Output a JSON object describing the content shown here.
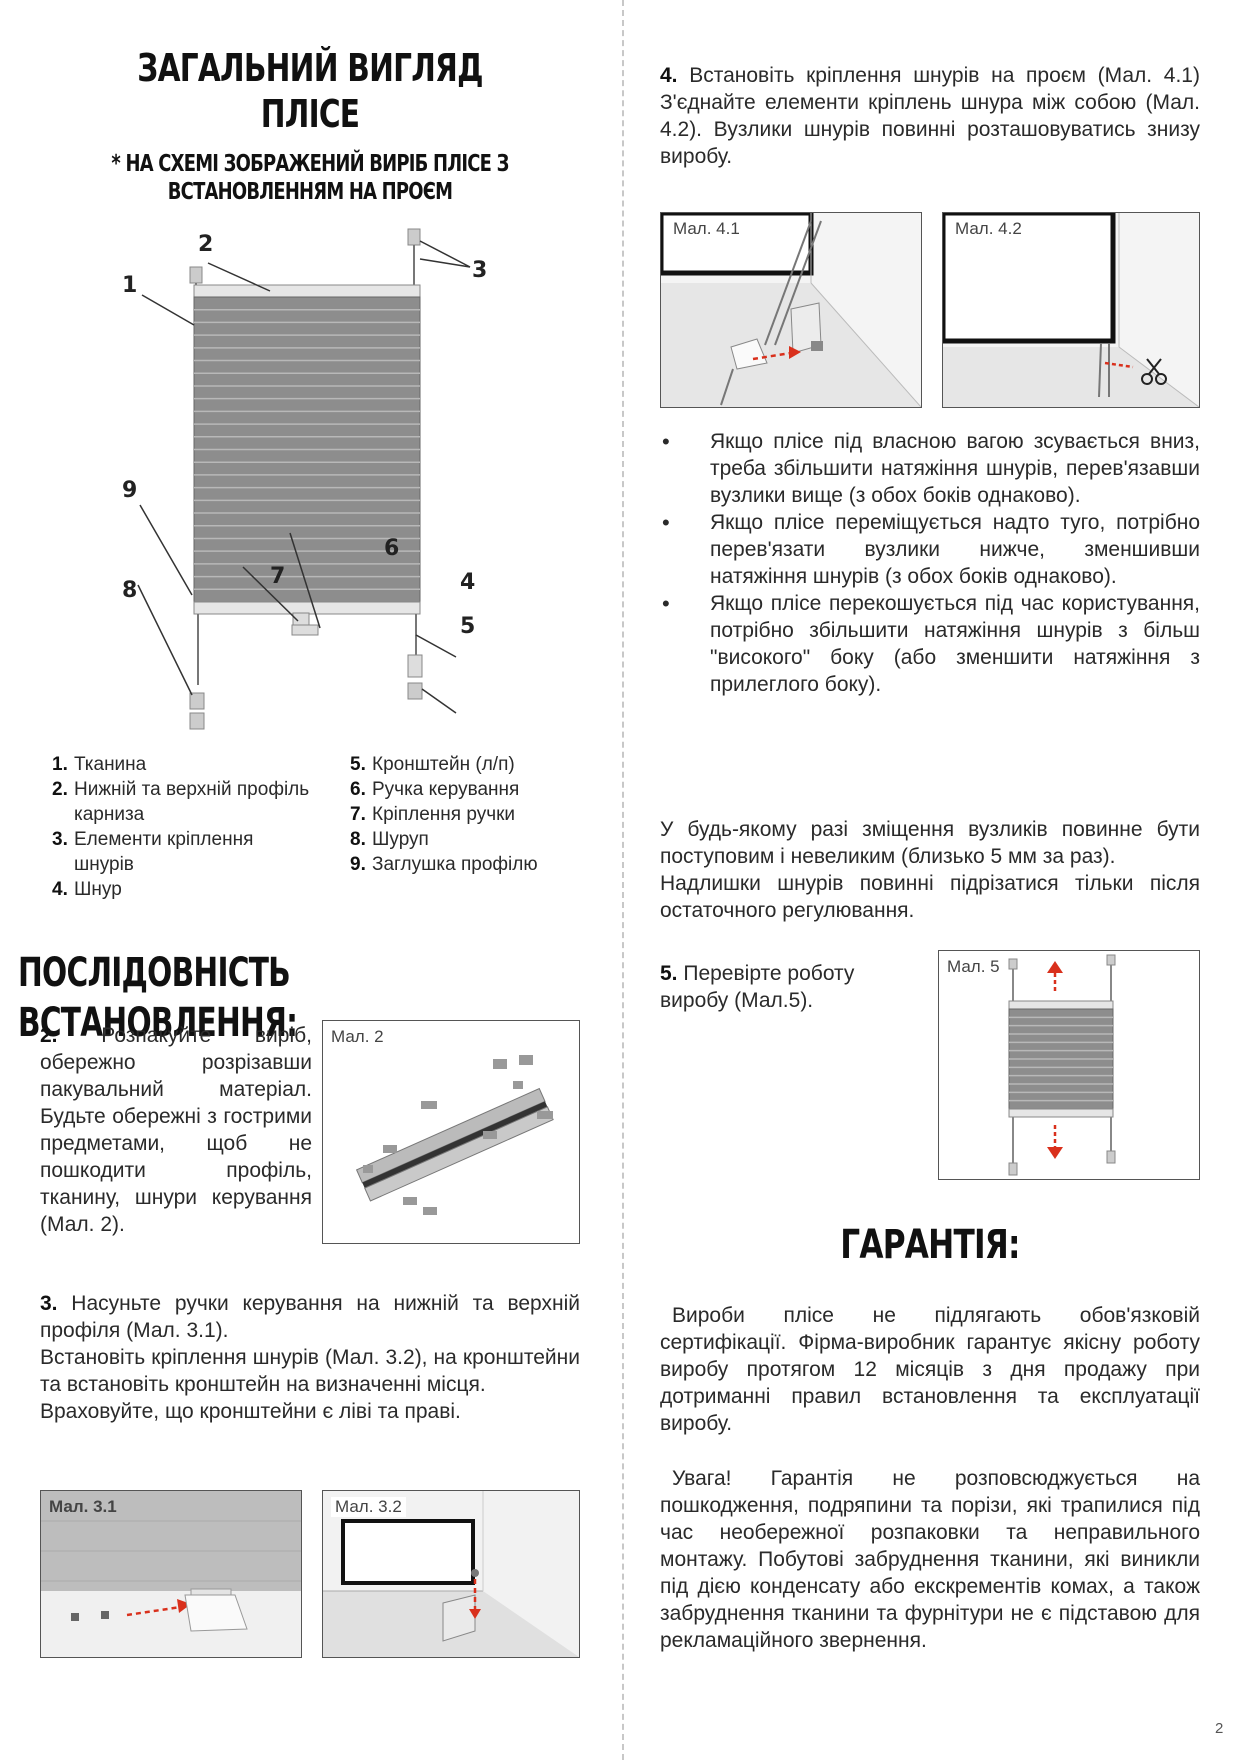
{
  "headings": {
    "main": "ЗАГАЛЬНИЙ ВИГЛЯД ПЛІСЕ",
    "sub": "* НА СХЕМІ ЗОБРАЖЕНИЙ ВИРІБ ПЛІСЕ З ВСТАНОВЛЕННЯМ НА ПРОЄМ",
    "sequence": "ПОСЛІДОВНІСТЬ ВСТАНОВЛЕННЯ:",
    "warranty": "ГАРАНТІЯ:"
  },
  "diagram_numbers": [
    "1",
    "2",
    "3",
    "4",
    "5",
    "6",
    "7",
    "8",
    "9"
  ],
  "legend": {
    "left": [
      {
        "num": "1.",
        "text": "Тканина"
      },
      {
        "num": "2.",
        "text": "Нижній та верхній профіль карниза"
      },
      {
        "num": "3.",
        "text": "Елементи кріплення шнурів"
      },
      {
        "num": "4.",
        "text": "Шнур"
      }
    ],
    "right": [
      {
        "num": "5.",
        "text": "Кронштейн (л/п)"
      },
      {
        "num": "6.",
        "text": "Ручка керування"
      },
      {
        "num": "7.",
        "text": "Кріплення ручки"
      },
      {
        "num": "8.",
        "text": "Шуруп"
      },
      {
        "num": "9.",
        "text": "Заглушка профілю"
      }
    ]
  },
  "steps": {
    "s2": {
      "num": "2.",
      "text": "Розпакуйте виріб, обережно розрізавши пакувальний матеріал. Будьте обережні з гострими предметами, щоб не пошкодити профіль, тканину, шнури керування (Мал. 2)."
    },
    "s3": {
      "num": "3.",
      "line1": "Насуньте ручки керування на нижній та верхній профіля (Мал. 3.1).",
      "line2": "Встановіть кріплення шнурів (Мал. 3.2), на кронштейни та встановіть кронштейн на визначенні місця.",
      "line3": "Враховуйте, що кронштейни є ліві та праві."
    },
    "s4": {
      "num": "4.",
      "text": "Встановіть кріплення шнурів на проєм (Мал. 4.1) З'єднайте елементи кріплень шнура між собою (Мал. 4.2). Вузлики шнурів повинні розташовуватись знизу виробу."
    },
    "s5": {
      "num": "5.",
      "text": "Перевірте роботу виробу (Мал.5)."
    }
  },
  "figures": {
    "f2": "Мал. 2",
    "f31": "Мал. 3.1",
    "f32": "Мал. 3.2",
    "f41": "Мал. 4.1",
    "f42": "Мал. 4.2",
    "f5": "Мал. 5"
  },
  "bullets": [
    "Якщо плісе під власною вагою зсувається вниз, треба збільшити натяжіння шнурів, перев'язавши вузлики вище (з обох боків однаково).",
    "Якщо плісе переміщується надто туго, потрібно перев'язати вузлики нижче, зменшивши натяжіння шнурів (з обох боків однаково).",
    "Якщо плісе перекошується під час користування, потрібно збільшити натяжіння шнурів з більш \"високого\" боку (або зменшити натяжіння з прилеглого боку)."
  ],
  "notes": {
    "shift": "У будь-якому разі зміщення вузликів повинне бути поступовим і невеликим (близько 5 мм за раз).",
    "excess": "Надлишки шнурів повинні підрізатися тільки після остаточного регулювання."
  },
  "warranty": {
    "p1": "Вироби плісе не підлягають обов'язковій сертифікації. Фірма-виробник гарантує якісну роботу виробу протягом 12 місяців з дня продажу при дотриманні правил встановлення та експлуатації виробу.",
    "p2": "Увага! Гарантія не розповсюджується на пошкодження, подряпини та порізи, які трапилися під час необережної розпаковки та неправильного монтажу. Побутові забруднення тканини, які виникли під дією конденсату або екскрементів комах, а також забруднення тканини та фурнітури не є підставою для рекламаційного звернення."
  },
  "page_number": "2",
  "colors": {
    "fabric": "#8d8d8d",
    "fold": "#b8b8b8",
    "arrow": "#d9301c",
    "text": "#2a2a2a"
  }
}
